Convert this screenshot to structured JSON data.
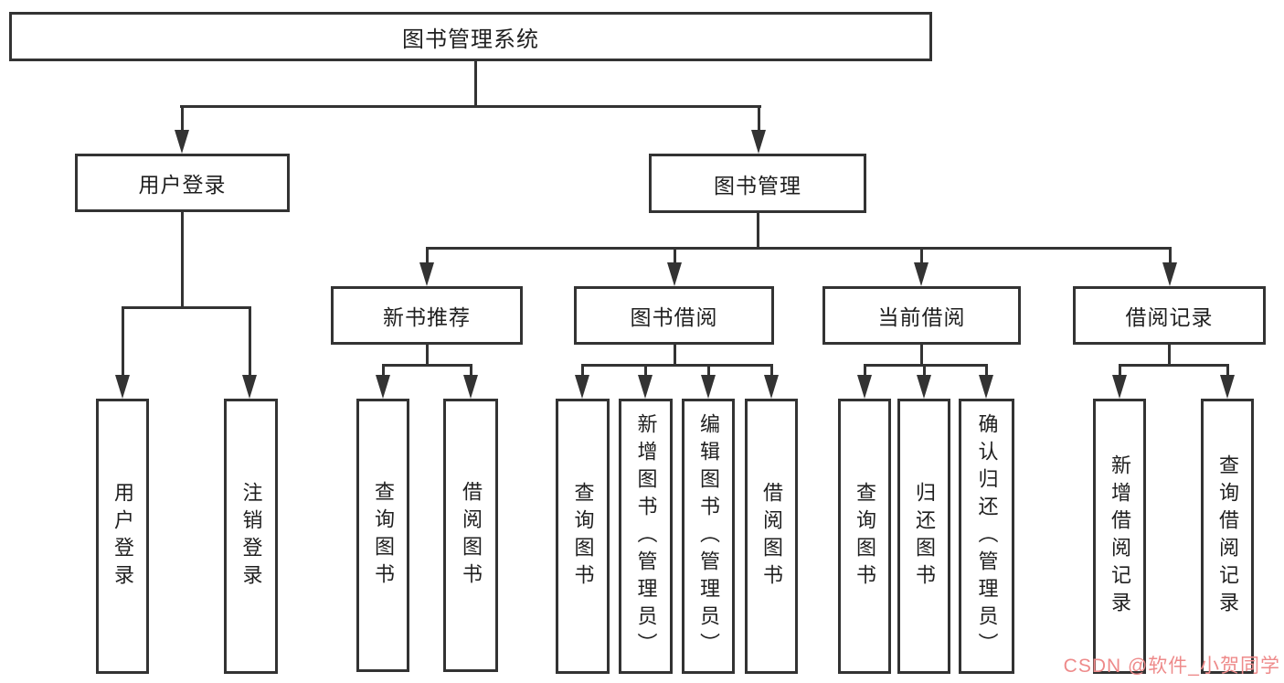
{
  "diagram": {
    "type": "hierarchy-tree",
    "root": {
      "label": "图书管理系统",
      "children": [
        {
          "label": "用户登录",
          "children": [
            {
              "label": "用户登录"
            },
            {
              "label": "注销登录"
            }
          ]
        },
        {
          "label": "图书管理",
          "children": [
            {
              "label": "新书推荐",
              "children": [
                {
                  "label": "查询图书"
                },
                {
                  "label": "借阅图书"
                }
              ]
            },
            {
              "label": "图书借阅",
              "children": [
                {
                  "label": "查询图书"
                },
                {
                  "label": "新增图书（管理员）"
                },
                {
                  "label": "编辑图书（管理员）"
                },
                {
                  "label": "借阅图书"
                }
              ]
            },
            {
              "label": "当前借阅",
              "children": [
                {
                  "label": "查询图书"
                },
                {
                  "label": "归还图书"
                },
                {
                  "label": "确认归还（管理员）"
                }
              ]
            },
            {
              "label": "借阅记录",
              "children": [
                {
                  "label": "新增借阅记录"
                },
                {
                  "label": "查询借阅记录"
                }
              ]
            }
          ]
        }
      ]
    }
  },
  "watermark": {
    "text": "CSDN @软件_小贺同学",
    "color": "#EE8A8A"
  },
  "colors": {
    "line": "#333333",
    "box_border": "#333333",
    "text": "#1F1F1F",
    "background": "#FFFFFF"
  }
}
